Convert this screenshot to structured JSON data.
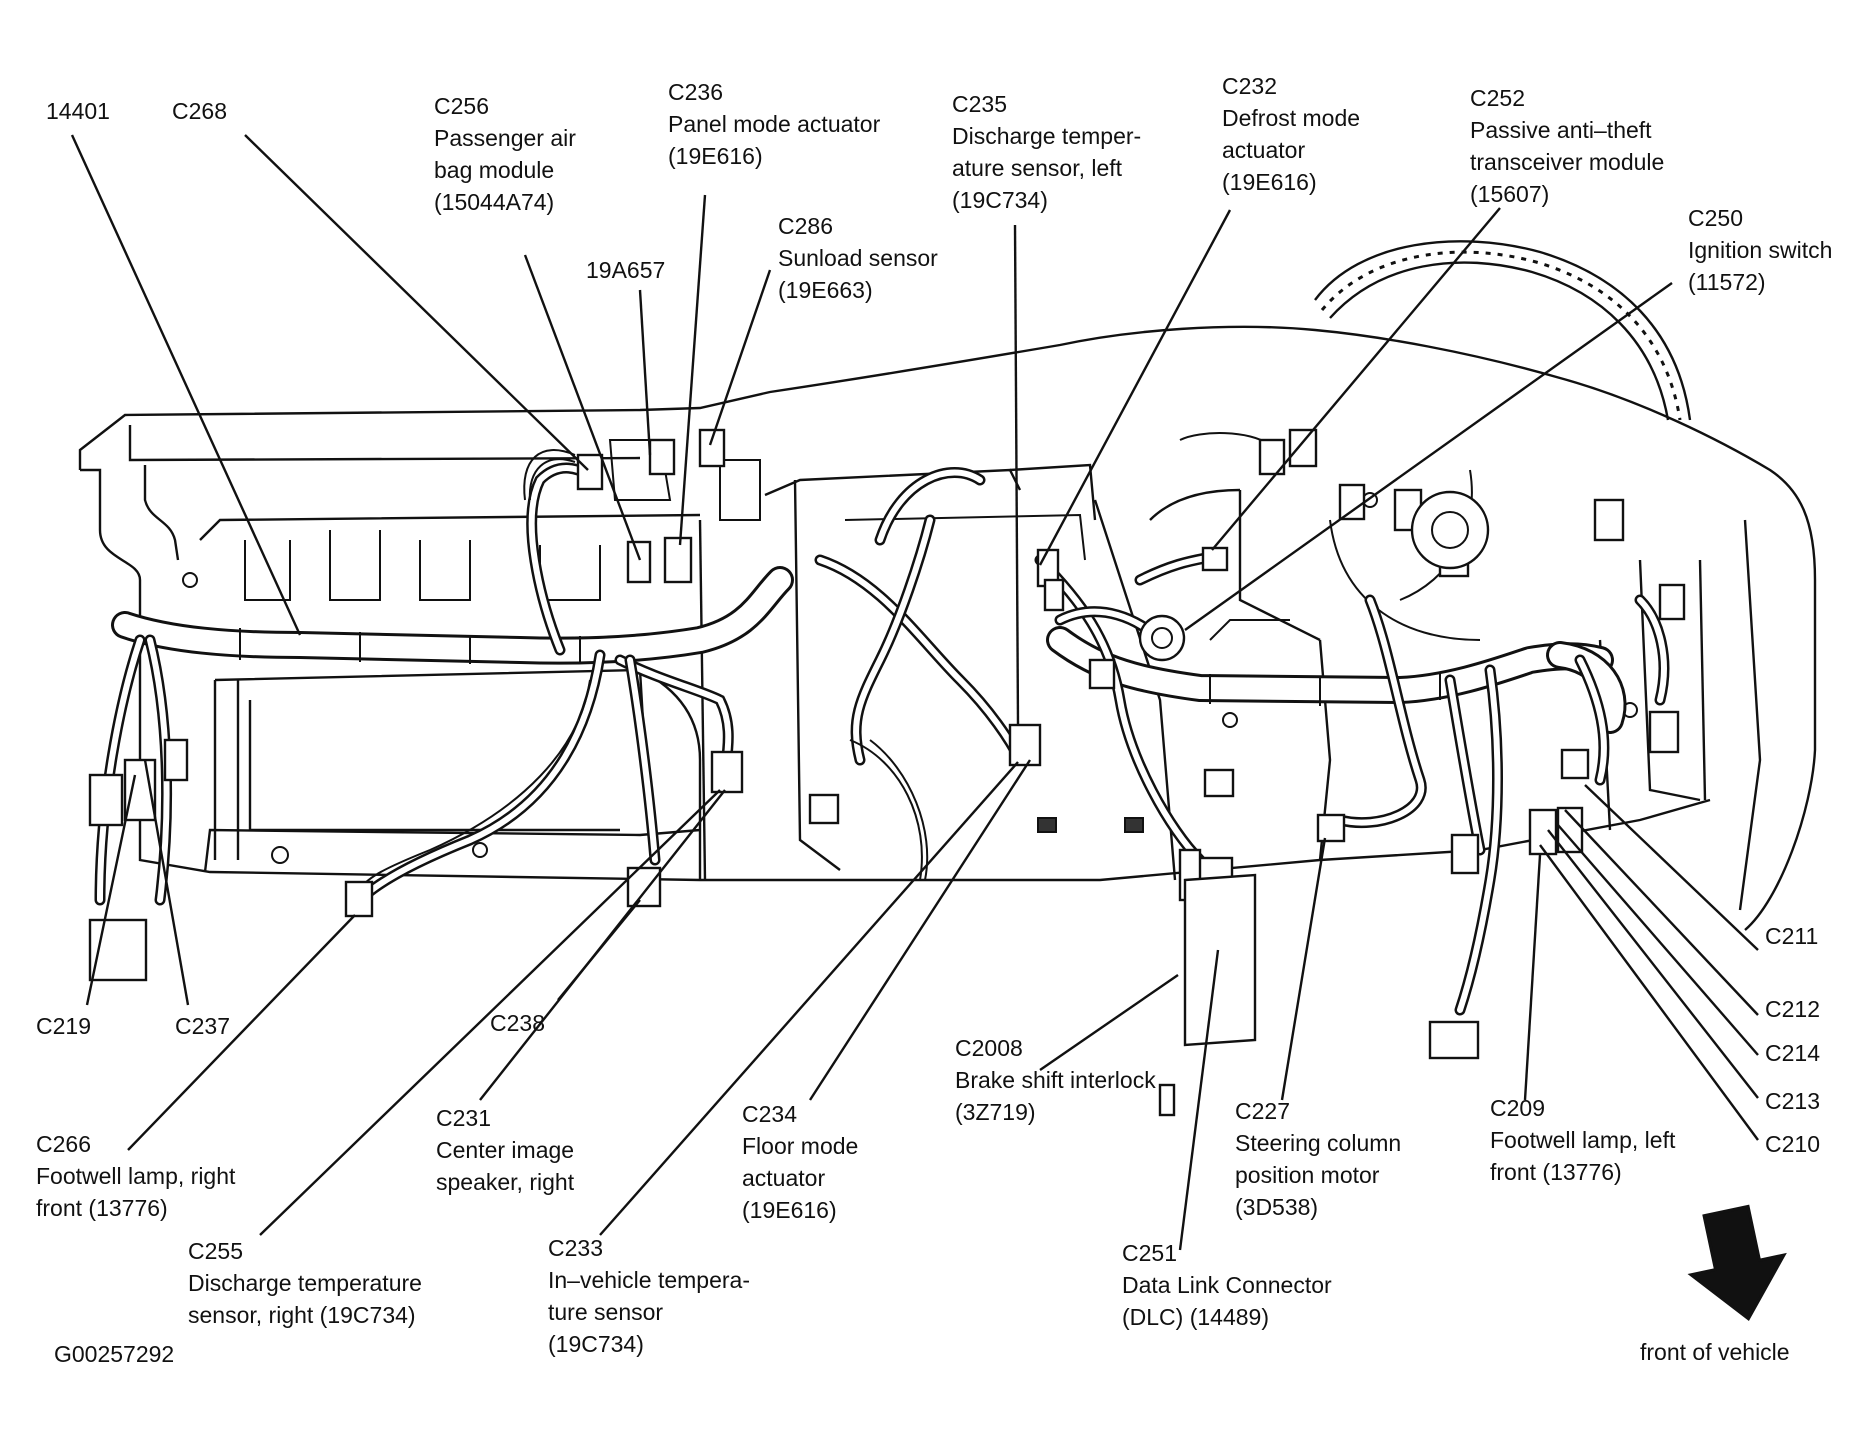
{
  "labels": {
    "l14401": {
      "lines": [
        "14401"
      ]
    },
    "c268": {
      "lines": [
        "C268"
      ]
    },
    "c256": {
      "lines": [
        "C256",
        "Passenger air",
        "bag module",
        "(15044A74)"
      ]
    },
    "c236": {
      "lines": [
        "C236",
        "Panel mode actuator",
        "(19E616)"
      ]
    },
    "l19a657": {
      "lines": [
        "19A657"
      ]
    },
    "c286": {
      "lines": [
        "C286",
        "Sunload sensor",
        "(19E663)"
      ]
    },
    "c235": {
      "lines": [
        "C235",
        "Discharge temper-",
        "ature sensor, left",
        "(19C734)"
      ]
    },
    "c232": {
      "lines": [
        "C232",
        "Defrost mode",
        "actuator",
        "(19E616)"
      ]
    },
    "c252": {
      "lines": [
        "C252",
        "Passive anti–theft",
        "transceiver module",
        "(15607)"
      ]
    },
    "c250": {
      "lines": [
        "C250",
        "Ignition switch",
        "(11572)"
      ]
    },
    "c219": {
      "lines": [
        "C219"
      ]
    },
    "c237": {
      "lines": [
        "C237"
      ]
    },
    "c238": {
      "lines": [
        "C238"
      ]
    },
    "c266": {
      "lines": [
        "C266",
        "Footwell lamp, right",
        "front (13776)"
      ]
    },
    "c231": {
      "lines": [
        "C231",
        "Center image",
        "speaker, right"
      ]
    },
    "c234": {
      "lines": [
        "C234",
        "Floor mode",
        "actuator",
        "(19E616)"
      ]
    },
    "c2008": {
      "lines": [
        "C2008",
        "Brake shift interlock",
        "(3Z719)"
      ]
    },
    "c227": {
      "lines": [
        "C227",
        "Steering column",
        "position motor",
        "(3D538)"
      ]
    },
    "c209": {
      "lines": [
        "C209",
        "Footwell lamp, left",
        "front (13776)"
      ]
    },
    "c211": {
      "lines": [
        "C211"
      ]
    },
    "c212": {
      "lines": [
        "C212"
      ]
    },
    "c214": {
      "lines": [
        "C214"
      ]
    },
    "c213": {
      "lines": [
        "C213"
      ]
    },
    "c210": {
      "lines": [
        "C210"
      ]
    },
    "c255": {
      "lines": [
        "C255",
        "Discharge temperature",
        "sensor, right (19C734)"
      ]
    },
    "c233": {
      "lines": [
        "C233",
        "In–vehicle tempera-",
        "ture sensor",
        "(19C734)"
      ]
    },
    "c251": {
      "lines": [
        "C251",
        "Data Link Connector",
        "(DLC) (14489)"
      ]
    },
    "figure_id": {
      "lines": [
        "G00257292"
      ]
    },
    "front": {
      "lines": [
        "front of vehicle"
      ]
    }
  }
}
